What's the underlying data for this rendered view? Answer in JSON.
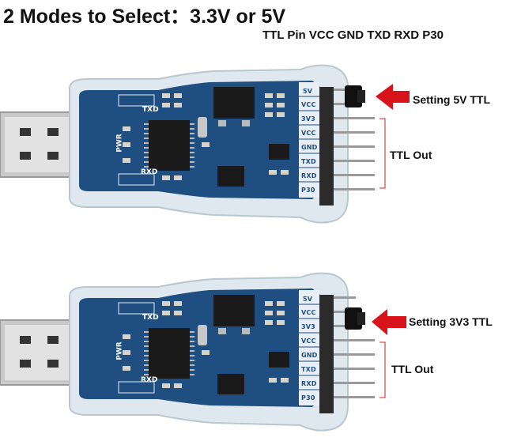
{
  "title": "2 Modes to Select：3.3V or 5V",
  "subtitle": "TTL Pin VCC GND TXD RXD P30",
  "boards": [
    {
      "pins": [
        "5V",
        "VCC",
        "3V3",
        "VCC",
        "GND",
        "TXD",
        "RXD",
        "P30"
      ],
      "setting_label": "Setting 5V TTL",
      "out_label": "TTL Out",
      "silk": {
        "txd": "TXD",
        "rxd": "RXD",
        "pwr": "PWR"
      }
    },
    {
      "pins": [
        "5V",
        "VCC",
        "3V3",
        "VCC",
        "GND",
        "TXD",
        "RXD",
        "P30"
      ],
      "setting_label": "Setting 3V3 TTL",
      "out_label": "TTL Out",
      "silk": {
        "txd": "TXD",
        "rxd": "RXD",
        "pwr": "PWR"
      }
    }
  ],
  "colors": {
    "arrow": "#d8141a",
    "pcb": "#1e4f80",
    "bracket": "#d9534f"
  }
}
